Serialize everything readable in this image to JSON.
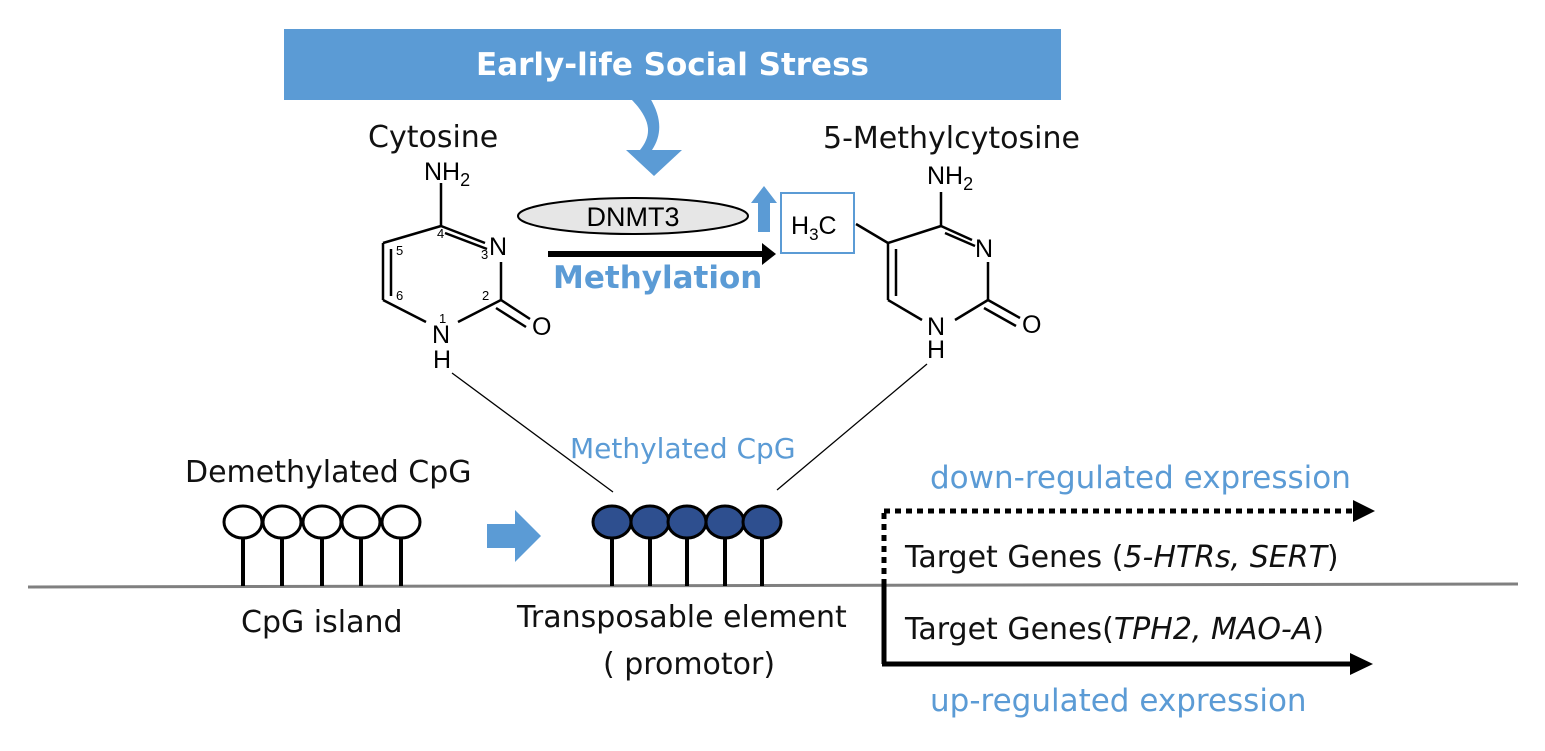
{
  "banner": {
    "title": "Early-life Social Stress"
  },
  "molecules": {
    "left": {
      "name": "Cytosine",
      "amine": "NH",
      "amine_sub": "2",
      "ring_n": "N",
      "oxygen": "O",
      "nh": "N",
      "h": "H",
      "positions": [
        "1",
        "2",
        "3",
        "4",
        "5",
        "6"
      ]
    },
    "right": {
      "name": "5-Methylcytosine",
      "amine": "NH",
      "amine_sub": "2",
      "ring_n": "N",
      "oxygen": "O",
      "nh": "N",
      "h": "H",
      "methyl_h": "H",
      "methyl_sub": "3",
      "methyl_c": "C"
    }
  },
  "reaction": {
    "enzyme": "DNMT3",
    "label": "Methylation"
  },
  "dna": {
    "demethylated_label": "Demethylated CpG",
    "methylated_label": "Methylated CpG",
    "cpg_island_label": "CpG island",
    "te_label_line1": "Transposable element",
    "te_label_line2": "( promotor)"
  },
  "expression": {
    "down_label": "down-regulated expression",
    "up_label": "up-regulated expression",
    "target1_prefix": "Target Genes (",
    "target1_genes": "5-HTRs, SERT",
    "target1_suffix": ")",
    "target2_prefix": "Target Genes(",
    "target2_genes": "TPH2, MAO-A",
    "target2_suffix": ")"
  },
  "colors": {
    "accent": "#5b9bd5",
    "methylated_fill": "#2e4f8f",
    "enzyme_fill": "#e6e6e6",
    "baseline": "#808080"
  }
}
